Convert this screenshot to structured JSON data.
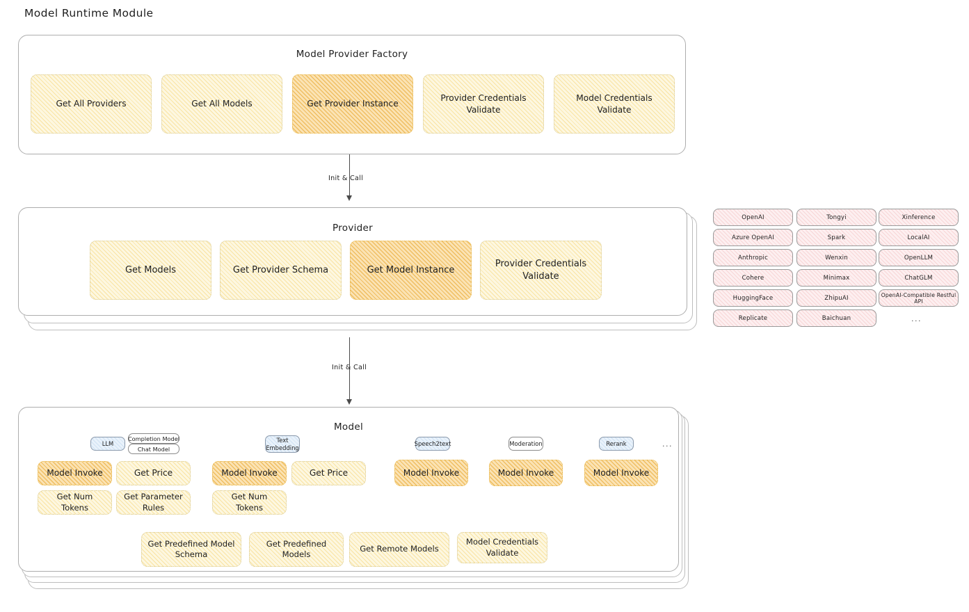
{
  "page": {
    "title": "Model Runtime Module"
  },
  "factory": {
    "title": "Model Provider Factory",
    "boxes": [
      {
        "label": "Get All Providers",
        "highlight": false
      },
      {
        "label": "Get All Models",
        "highlight": false
      },
      {
        "label": "Get Provider Instance",
        "highlight": true
      },
      {
        "label": "Provider Credentials Validate",
        "highlight": false
      },
      {
        "label": "Model Credentials Validate",
        "highlight": false
      }
    ]
  },
  "arrows": [
    {
      "label": "Init & Call"
    },
    {
      "label": "Init & Call"
    }
  ],
  "provider": {
    "title": "Provider",
    "boxes": [
      {
        "label": "Get Models",
        "highlight": false
      },
      {
        "label": "Get Provider Schema",
        "highlight": false
      },
      {
        "label": "Get Model Instance",
        "highlight": true
      },
      {
        "label": "Provider Credentials Validate",
        "highlight": false
      }
    ]
  },
  "provider_list": {
    "columns": [
      {
        "items": [
          "OpenAI",
          "Azure OpenAI",
          "Anthropic",
          "Cohere",
          "HuggingFace",
          "Replicate"
        ]
      },
      {
        "items": [
          "Tongyi",
          "Spark",
          "Wenxin",
          "Minimax",
          "ZhipuAI",
          "Baichuan"
        ]
      },
      {
        "items": [
          "Xinference",
          "LocalAI",
          "OpenLLM",
          "ChatGLM",
          "OpenAI-Compatible Restful API"
        ]
      }
    ],
    "more": "..."
  },
  "model": {
    "title": "Model",
    "more": "...",
    "types": [
      {
        "name": "LLM",
        "style": "blue",
        "tags": [
          "Completion Model",
          "Chat Model"
        ],
        "boxes": [
          {
            "label": "Model Invoke",
            "highlight": true
          },
          {
            "label": "Get Price",
            "highlight": false
          },
          {
            "label": "Get Num Tokens",
            "highlight": false
          },
          {
            "label": "Get Parameter Rules",
            "highlight": false
          }
        ]
      },
      {
        "name": "Text Embedding",
        "style": "blue",
        "tags": [],
        "boxes": [
          {
            "label": "Model Invoke",
            "highlight": true
          },
          {
            "label": "Get Price",
            "highlight": false
          },
          {
            "label": "Get Num Tokens",
            "highlight": false
          }
        ]
      },
      {
        "name": "Speech2text",
        "style": "blue",
        "tags": [],
        "boxes": [
          {
            "label": "Model Invoke",
            "highlight": true
          }
        ]
      },
      {
        "name": "Moderation",
        "style": "plain",
        "tags": [],
        "boxes": [
          {
            "label": "Model Invoke",
            "highlight": true
          }
        ]
      },
      {
        "name": "Rerank",
        "style": "blue",
        "tags": [],
        "boxes": [
          {
            "label": "Model Invoke",
            "highlight": true
          }
        ]
      }
    ],
    "common_boxes": [
      {
        "label": "Get Predefined Model Schema"
      },
      {
        "label": "Get Predefined Models"
      },
      {
        "label": "Get Remote Models"
      },
      {
        "label": "Model Credentials Validate"
      }
    ]
  }
}
